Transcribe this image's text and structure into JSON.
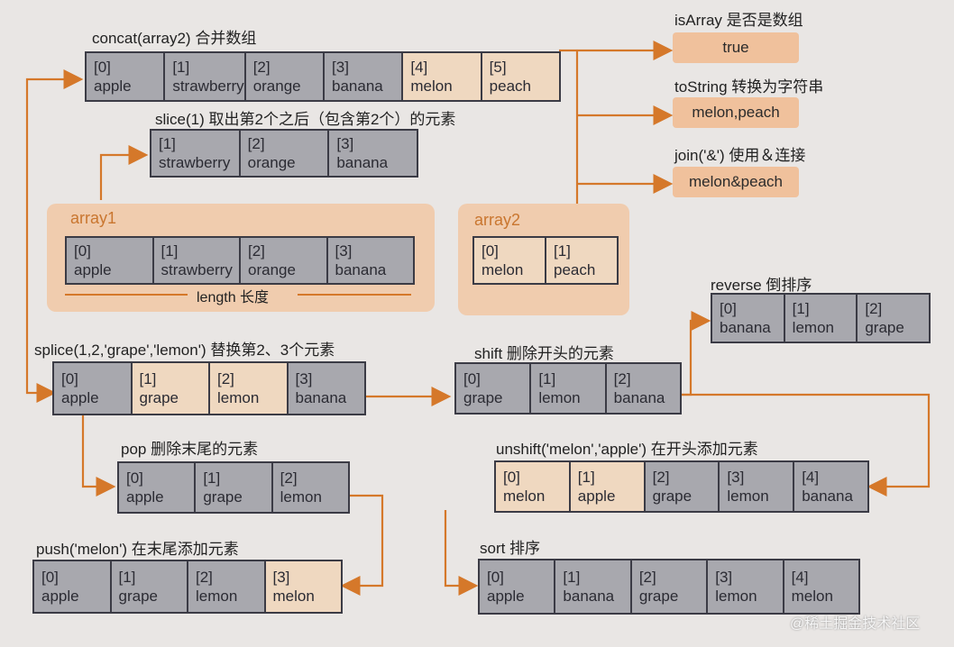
{
  "concat": {
    "title": "concat(array2) 合并数组",
    "cells": [
      [
        "[0]",
        "apple"
      ],
      [
        "[1]",
        "strawberry"
      ],
      [
        "[2]",
        "orange"
      ],
      [
        "[3]",
        "banana"
      ],
      [
        "[4]",
        "melon"
      ],
      [
        "[5]",
        "peach"
      ]
    ]
  },
  "slice": {
    "title": "slice(1) 取出第2个之后（包含第2个）的元素",
    "cells": [
      [
        "[1]",
        "strawberry"
      ],
      [
        "[2]",
        "orange"
      ],
      [
        "[3]",
        "banana"
      ]
    ]
  },
  "array1": {
    "title": "array1",
    "length_label": "length 长度",
    "cells": [
      [
        "[0]",
        "apple"
      ],
      [
        "[1]",
        "strawberry"
      ],
      [
        "[2]",
        "orange"
      ],
      [
        "[3]",
        "banana"
      ]
    ]
  },
  "array2": {
    "title": "array2",
    "cells": [
      [
        "[0]",
        "melon"
      ],
      [
        "[1]",
        "peach"
      ]
    ]
  },
  "isarray": {
    "title": "isArray 是否是数组",
    "value": "true"
  },
  "tostring": {
    "title": "toString 转换为字符串",
    "value": "melon,peach"
  },
  "join": {
    "title": "join('&') 使用＆连接",
    "value": "melon&peach"
  },
  "splice": {
    "title": "splice(1,2,'grape','lemon') 替换第2、3个元素",
    "cells": [
      [
        "[0]",
        "apple"
      ],
      [
        "[1]",
        "grape"
      ],
      [
        "[2]",
        "lemon"
      ],
      [
        "[3]",
        "banana"
      ]
    ]
  },
  "shift": {
    "title": "shift 删除开头的元素",
    "cells": [
      [
        "[0]",
        "grape"
      ],
      [
        "[1]",
        "lemon"
      ],
      [
        "[2]",
        "banana"
      ]
    ]
  },
  "reverse": {
    "title": "reverse 倒排序",
    "cells": [
      [
        "[0]",
        "banana"
      ],
      [
        "[1]",
        "lemon"
      ],
      [
        "[2]",
        "grape"
      ]
    ]
  },
  "pop": {
    "title": "pop 删除末尾的元素",
    "cells": [
      [
        "[0]",
        "apple"
      ],
      [
        "[1]",
        "grape"
      ],
      [
        "[2]",
        "lemon"
      ]
    ]
  },
  "unshift": {
    "title": "unshift('melon','apple') 在开头添加元素",
    "cells": [
      [
        "[0]",
        "melon"
      ],
      [
        "[1]",
        "apple"
      ],
      [
        "[2]",
        "grape"
      ],
      [
        "[3]",
        "lemon"
      ],
      [
        "[4]",
        "banana"
      ]
    ]
  },
  "push": {
    "title": "push('melon') 在末尾添加元素",
    "cells": [
      [
        "[0]",
        "apple"
      ],
      [
        "[1]",
        "grape"
      ],
      [
        "[2]",
        "lemon"
      ],
      [
        "[3]",
        "melon"
      ]
    ]
  },
  "sort": {
    "title": "sort 排序",
    "cells": [
      [
        "[0]",
        "apple"
      ],
      [
        "[1]",
        "banana"
      ],
      [
        "[2]",
        "grape"
      ],
      [
        "[3]",
        "lemon"
      ],
      [
        "[4]",
        "melon"
      ]
    ]
  },
  "watermark": "@稀土掘金技术社区",
  "colors": {
    "arrow": "#d5782a",
    "cell": "#a8a8ae",
    "highlight": "#efd8c0",
    "panel": "#f0ccae"
  }
}
